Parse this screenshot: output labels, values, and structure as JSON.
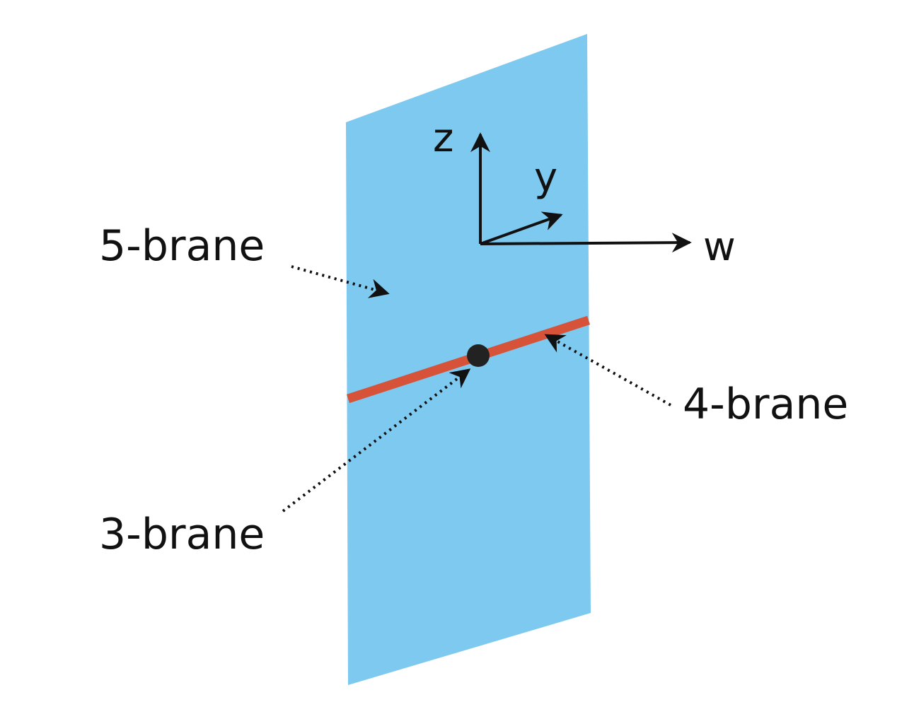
{
  "labels": {
    "brane5": "5-brane",
    "brane4": "4-brane",
    "brane3": "3-brane"
  },
  "axes": {
    "z": "z",
    "y": "y",
    "w": "w"
  },
  "colors": {
    "plane": "#7EC9F0",
    "line": "#D6533A",
    "point": "#222222",
    "ink": "#111111"
  }
}
